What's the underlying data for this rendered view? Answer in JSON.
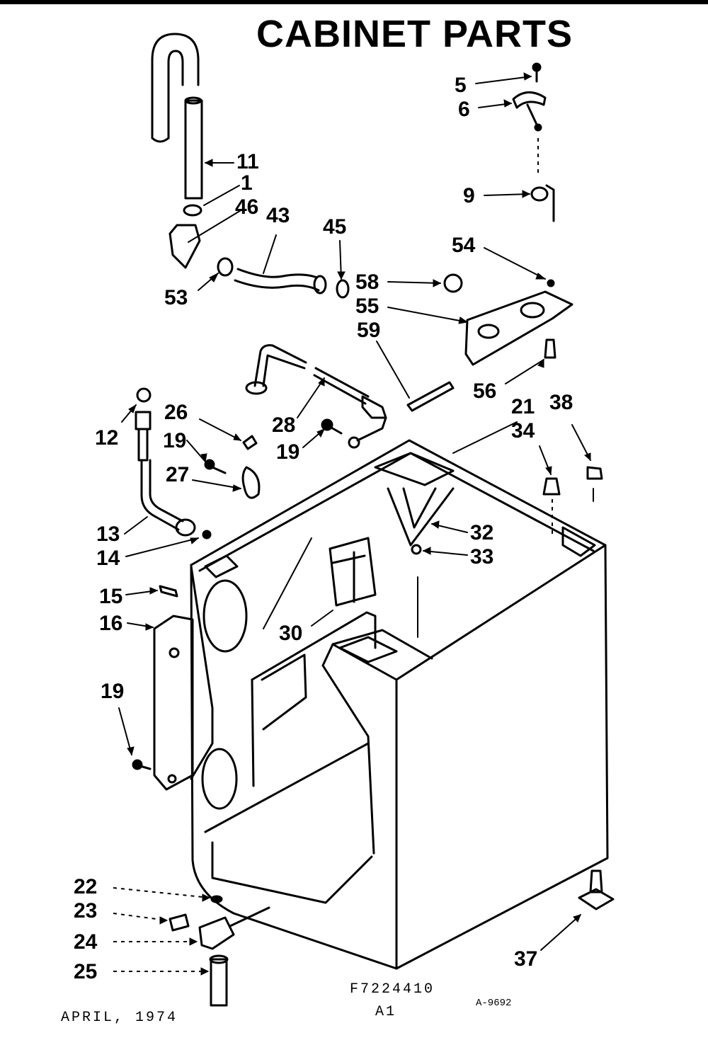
{
  "title": "CABINET PARTS",
  "callouts": [
    {
      "label": "5"
    },
    {
      "label": "6"
    },
    {
      "label": "9"
    },
    {
      "label": "11"
    },
    {
      "label": "1"
    },
    {
      "label": "46"
    },
    {
      "label": "43"
    },
    {
      "label": "45"
    },
    {
      "label": "53"
    },
    {
      "label": "58"
    },
    {
      "label": "55"
    },
    {
      "label": "59"
    },
    {
      "label": "54"
    },
    {
      "label": "56"
    },
    {
      "label": "21"
    },
    {
      "label": "34"
    },
    {
      "label": "38"
    },
    {
      "label": "12"
    },
    {
      "label": "26"
    },
    {
      "label": "19"
    },
    {
      "label": "28"
    },
    {
      "label": "19"
    },
    {
      "label": "27"
    },
    {
      "label": "32"
    },
    {
      "label": "33"
    },
    {
      "label": "13"
    },
    {
      "label": "14"
    },
    {
      "label": "15"
    },
    {
      "label": "16"
    },
    {
      "label": "30"
    },
    {
      "label": "19"
    },
    {
      "label": "22"
    },
    {
      "label": "23"
    },
    {
      "label": "24"
    },
    {
      "label": "25"
    },
    {
      "label": "37"
    }
  ],
  "footer": {
    "date": "APRIL, 1974",
    "model": "F7224410",
    "code": "A1",
    "drawing_no": "A-9692"
  }
}
